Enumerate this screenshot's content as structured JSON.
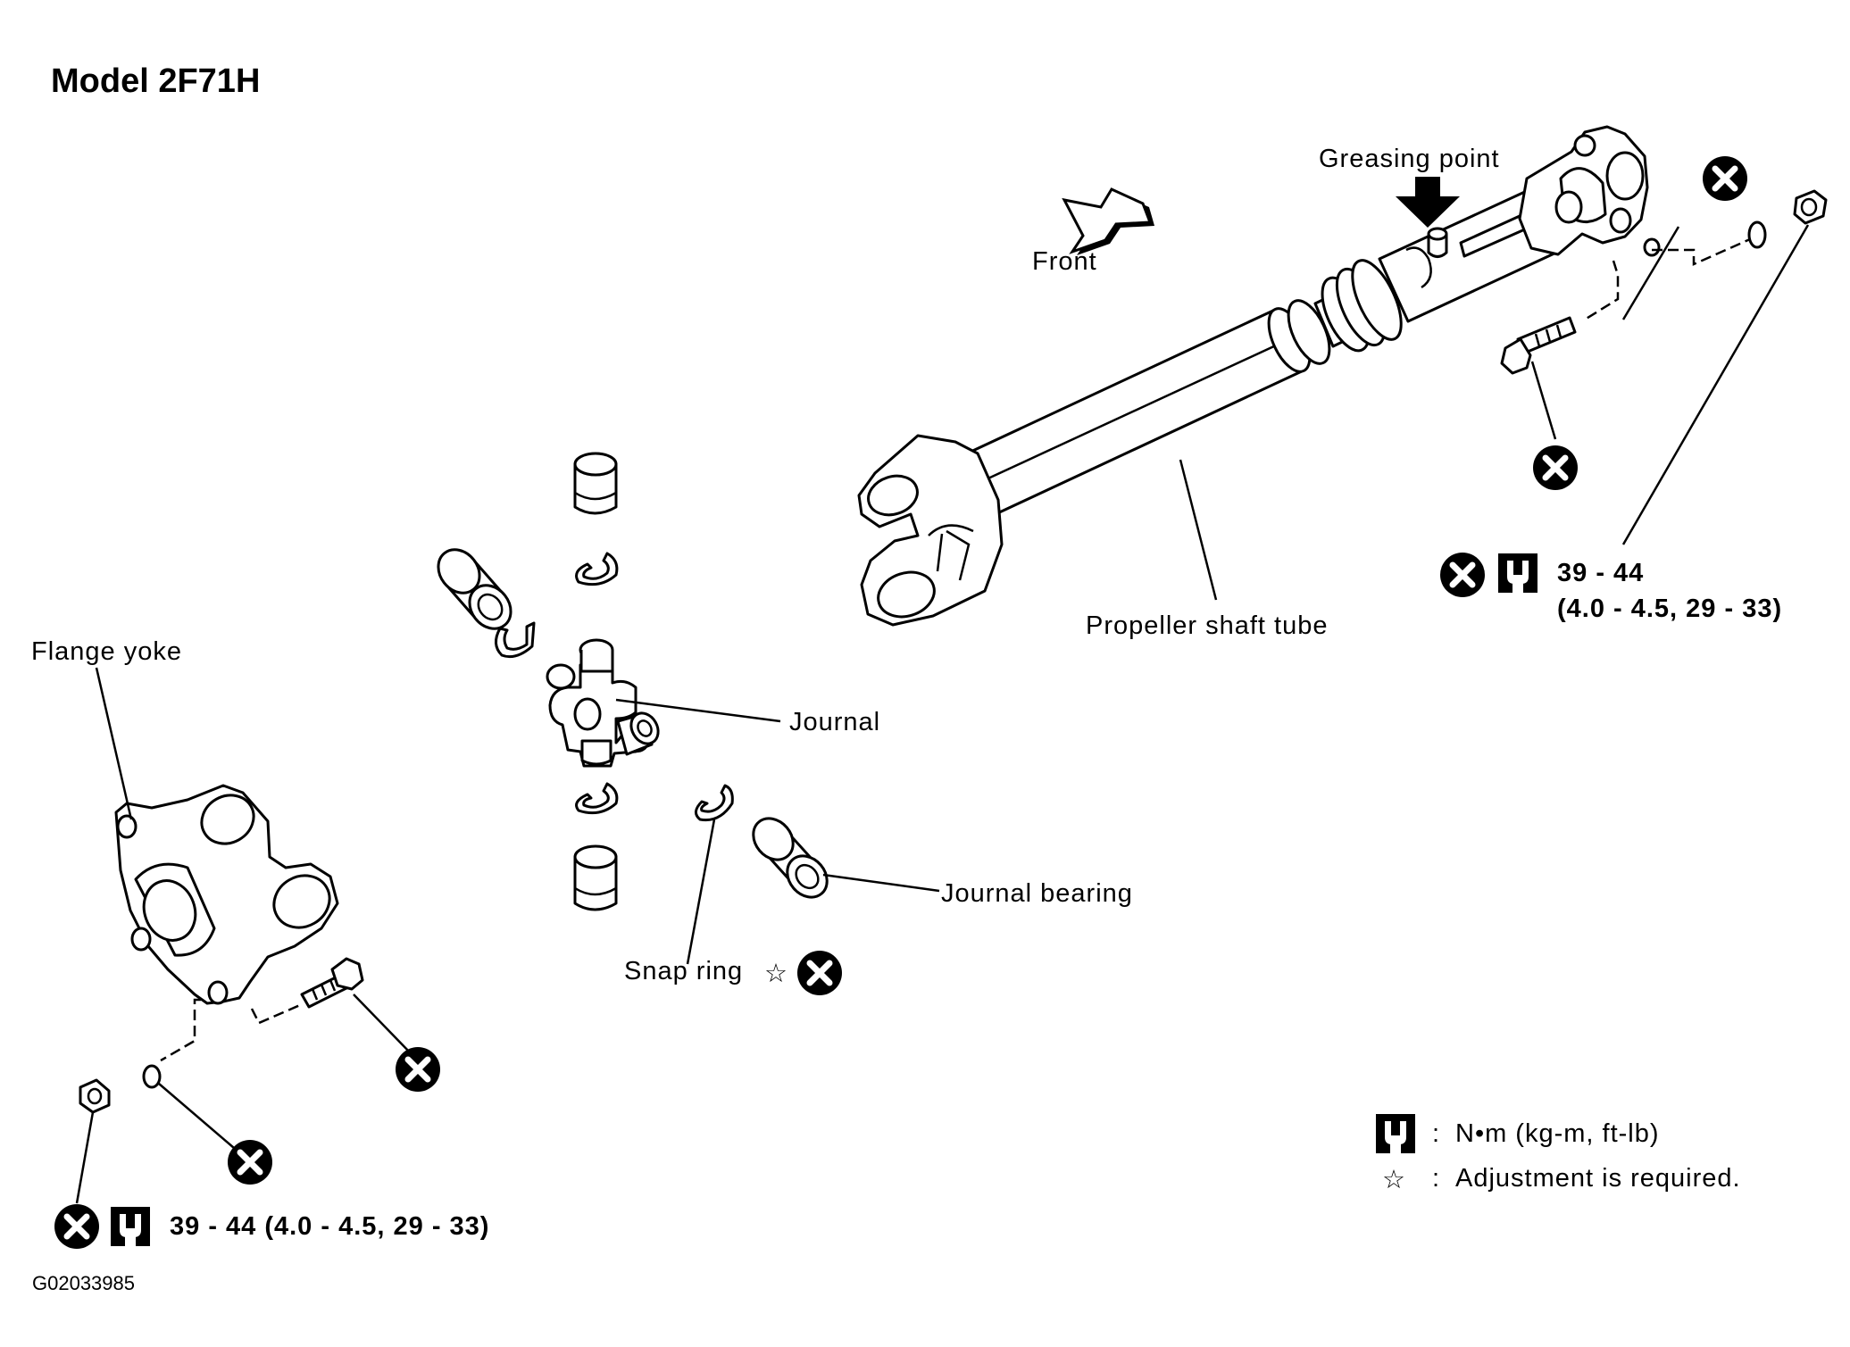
{
  "title": "Model 2F71H",
  "figure_id": "G02033985",
  "labels": {
    "greasing_point": "Greasing point",
    "front": "Front",
    "propeller_shaft_tube": "Propeller shaft tube",
    "flange_yoke": "Flange yoke",
    "journal": "Journal",
    "journal_bearing": "Journal bearing",
    "snap_ring": "Snap ring",
    "snap_ring_star": "☆"
  },
  "torque": {
    "right_value": "39 - 44",
    "right_units": "(4.0 - 4.5, 29 - 33)",
    "left": "39 - 44 (4.0 - 4.5, 29 - 33)"
  },
  "legend": {
    "torque_units": "N•m (kg-m, ft-lb)",
    "adjustment_symbol": "☆",
    "adjustment_text": "Adjustment is required.",
    "colon": ":"
  },
  "icons": [
    "do-not-reuse-icon",
    "torque-wrench-icon",
    "star-icon",
    "front-arrow-icon",
    "greasing-arrow-icon"
  ]
}
